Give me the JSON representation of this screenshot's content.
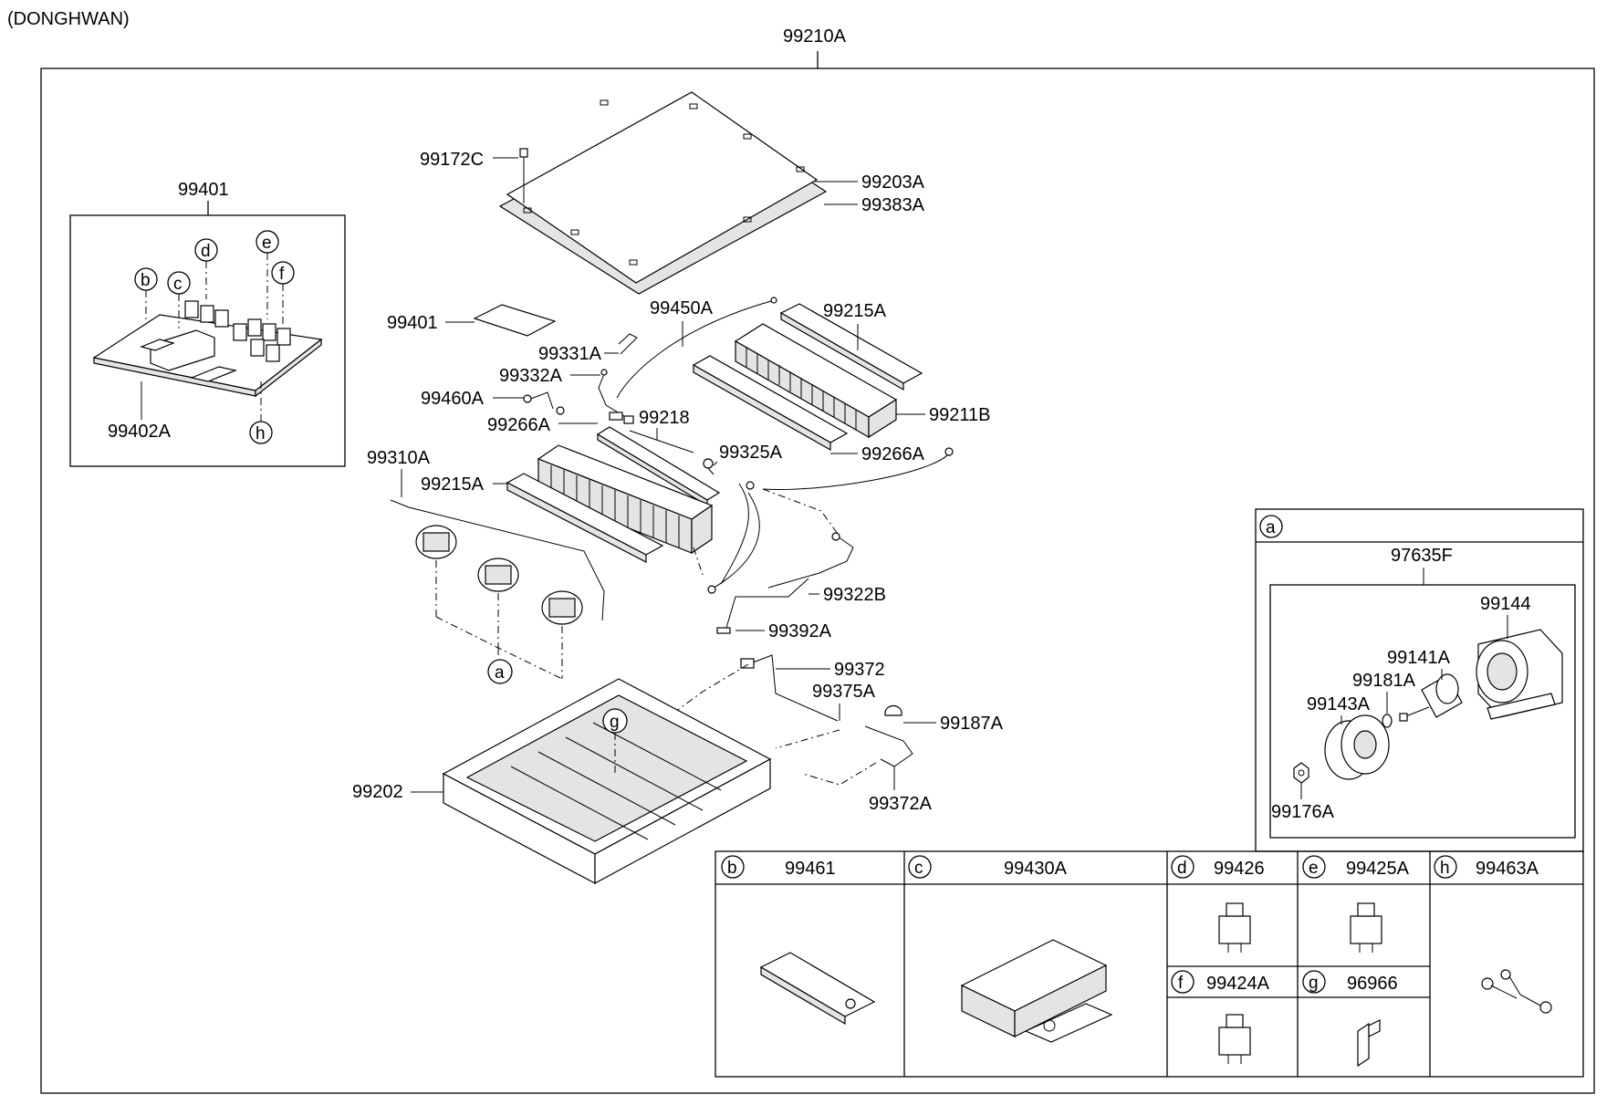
{
  "supplier": "(DONGHWAN)",
  "assembly_number": "99210A",
  "pcb_group": {
    "assembly": "99401",
    "board": "99402A",
    "markers": [
      "b",
      "c",
      "d",
      "e",
      "f",
      "h"
    ]
  },
  "parts": {
    "p99172C": "99172C",
    "p99203A": "99203A",
    "p99383A": "99383A",
    "p99401": "99401",
    "p99450A": "99450A",
    "p99215A_top": "99215A",
    "p99331A": "99331A",
    "p99332A": "99332A",
    "p99460A": "99460A",
    "p99266A_left": "99266A",
    "p99218": "99218",
    "p99211B": "99211B",
    "p99325A": "99325A",
    "p99266A_right": "99266A",
    "p99310A": "99310A",
    "p99215A_left": "99215A",
    "p99322B": "99322B",
    "p99392A": "99392A",
    "p99372": "99372",
    "p99375A": "99375A",
    "p99187A": "99187A",
    "p99202": "99202",
    "p99372A": "99372A",
    "marker_a": "a",
    "marker_g": "g"
  },
  "detail_a": {
    "letter": "a",
    "assembly": "97635F",
    "parts": {
      "p99144": "99144",
      "p99141A": "99141A",
      "p99181A": "99181A",
      "p99143A": "99143A",
      "p99176A": "99176A"
    }
  },
  "detail_cells": {
    "b": {
      "letter": "b",
      "part": "99461"
    },
    "c": {
      "letter": "c",
      "part": "99430A"
    },
    "d": {
      "letter": "d",
      "part": "99426"
    },
    "e": {
      "letter": "e",
      "part": "99425A"
    },
    "f": {
      "letter": "f",
      "part": "99424A"
    },
    "g": {
      "letter": "g",
      "part": "96966"
    },
    "h": {
      "letter": "h",
      "part": "99463A"
    }
  }
}
